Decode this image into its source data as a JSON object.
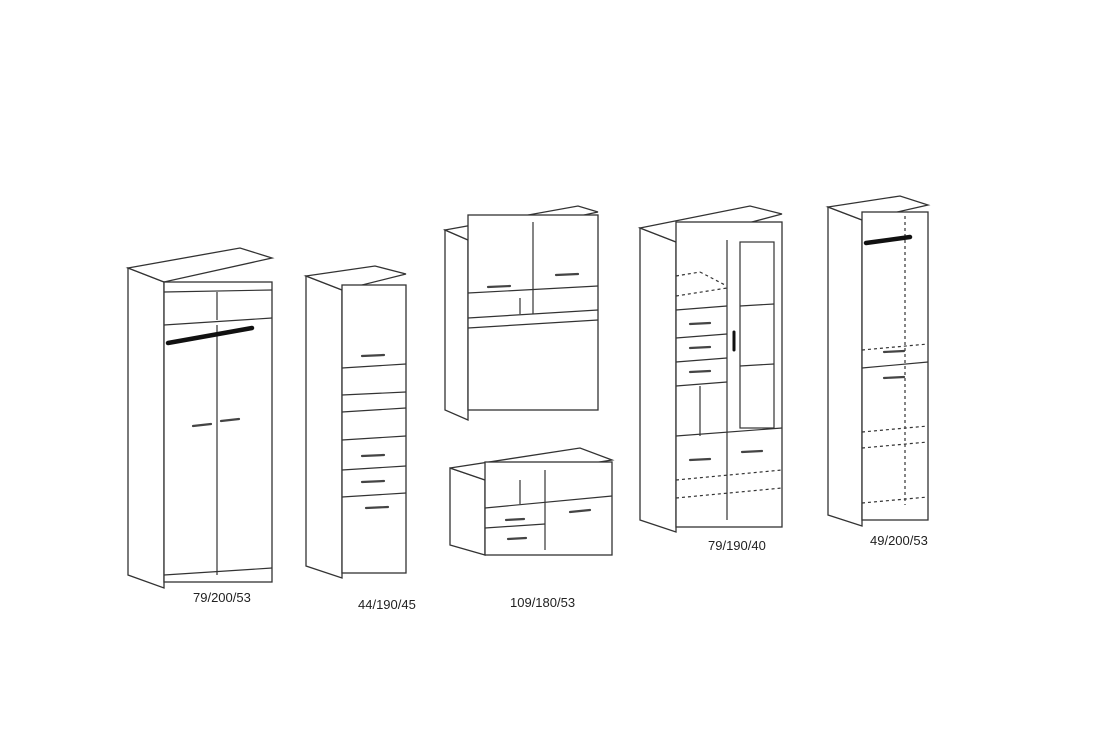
{
  "items": [
    {
      "name": "wardrobe",
      "dimensions": "79/200/53"
    },
    {
      "name": "tall-cabinet",
      "dimensions": "44/190/45"
    },
    {
      "name": "desk-hutch-and-tv-unit",
      "dimensions": "109/180/53"
    },
    {
      "name": "display-cabinet",
      "dimensions": "79/190/40"
    },
    {
      "name": "narrow-wardrobe",
      "dimensions": "49/200/53"
    }
  ]
}
